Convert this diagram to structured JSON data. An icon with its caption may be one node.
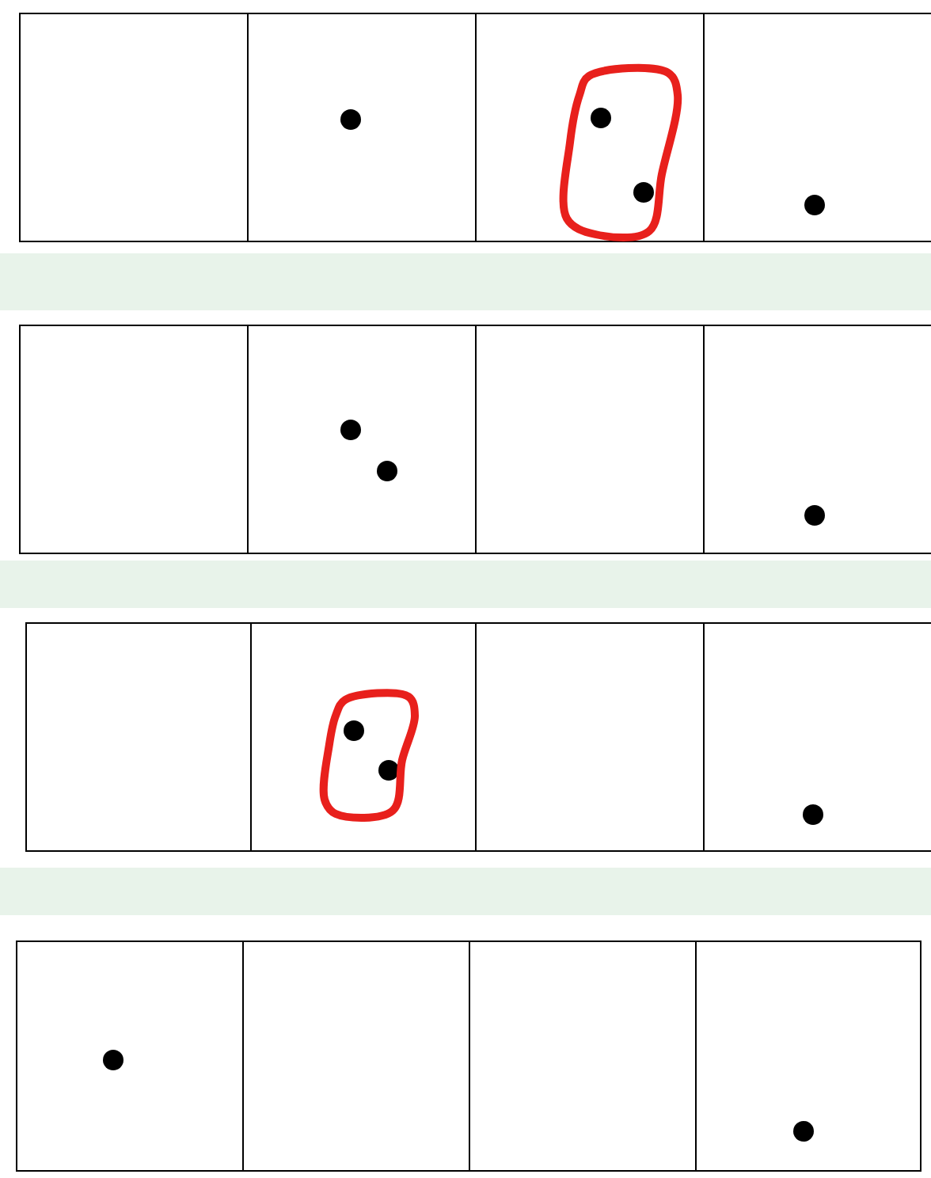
{
  "diagram": {
    "nodes": [
      {
        "text": [],
        "shape": "box"
      },
      {
        "text": [],
        "shape": "box"
      },
      {
        "text": [],
        "shape": "circle",
        "in": 1
      },
      {
        "text": [],
        "shape": "box"
      },
      {
        "text": [],
        "shape": "circle",
        "in": 3
      },
      {
        "text": [],
        "shape": "circle",
        "in": 3
      },
      {
        "text": [],
        "shape": "box"
      },
      {
        "text": [],
        "shape": "circle",
        "in": 6
      },
      {
        "text": [],
        "shape": "bar"
      },
      {
        "text": [],
        "shape": "box"
      },
      {
        "text": [],
        "shape": "box"
      },
      {
        "text": [],
        "shape": "circle",
        "in": 10
      },
      {
        "text": [],
        "shape": "circle",
        "in": 10
      },
      {
        "text": [],
        "shape": "box"
      },
      {
        "text": [],
        "shape": "box"
      },
      {
        "text": [],
        "shape": "circle",
        "in": 14
      },
      {
        "text": [],
        "shape": "bar"
      },
      {
        "text": [],
        "shape": "box"
      },
      {
        "text": [],
        "shape": "box"
      },
      {
        "text": [],
        "shape": "circle",
        "in": 18
      },
      {
        "text": [],
        "shape": "circle",
        "in": 18
      },
      {
        "text": [],
        "shape": "box"
      },
      {
        "text": [],
        "shape": "box"
      },
      {
        "text": [],
        "shape": "circle",
        "in": 22
      },
      {
        "text": [],
        "shape": "bar"
      },
      {
        "text": [],
        "shape": "box"
      },
      {
        "text": [],
        "shape": "circle",
        "in": 25
      },
      {
        "text": [],
        "shape": "box"
      },
      {
        "text": [],
        "shape": "box"
      },
      {
        "text": [],
        "shape": "box"
      },
      {
        "text": [],
        "shape": "circle",
        "in": 29
      }
    ]
  }
}
